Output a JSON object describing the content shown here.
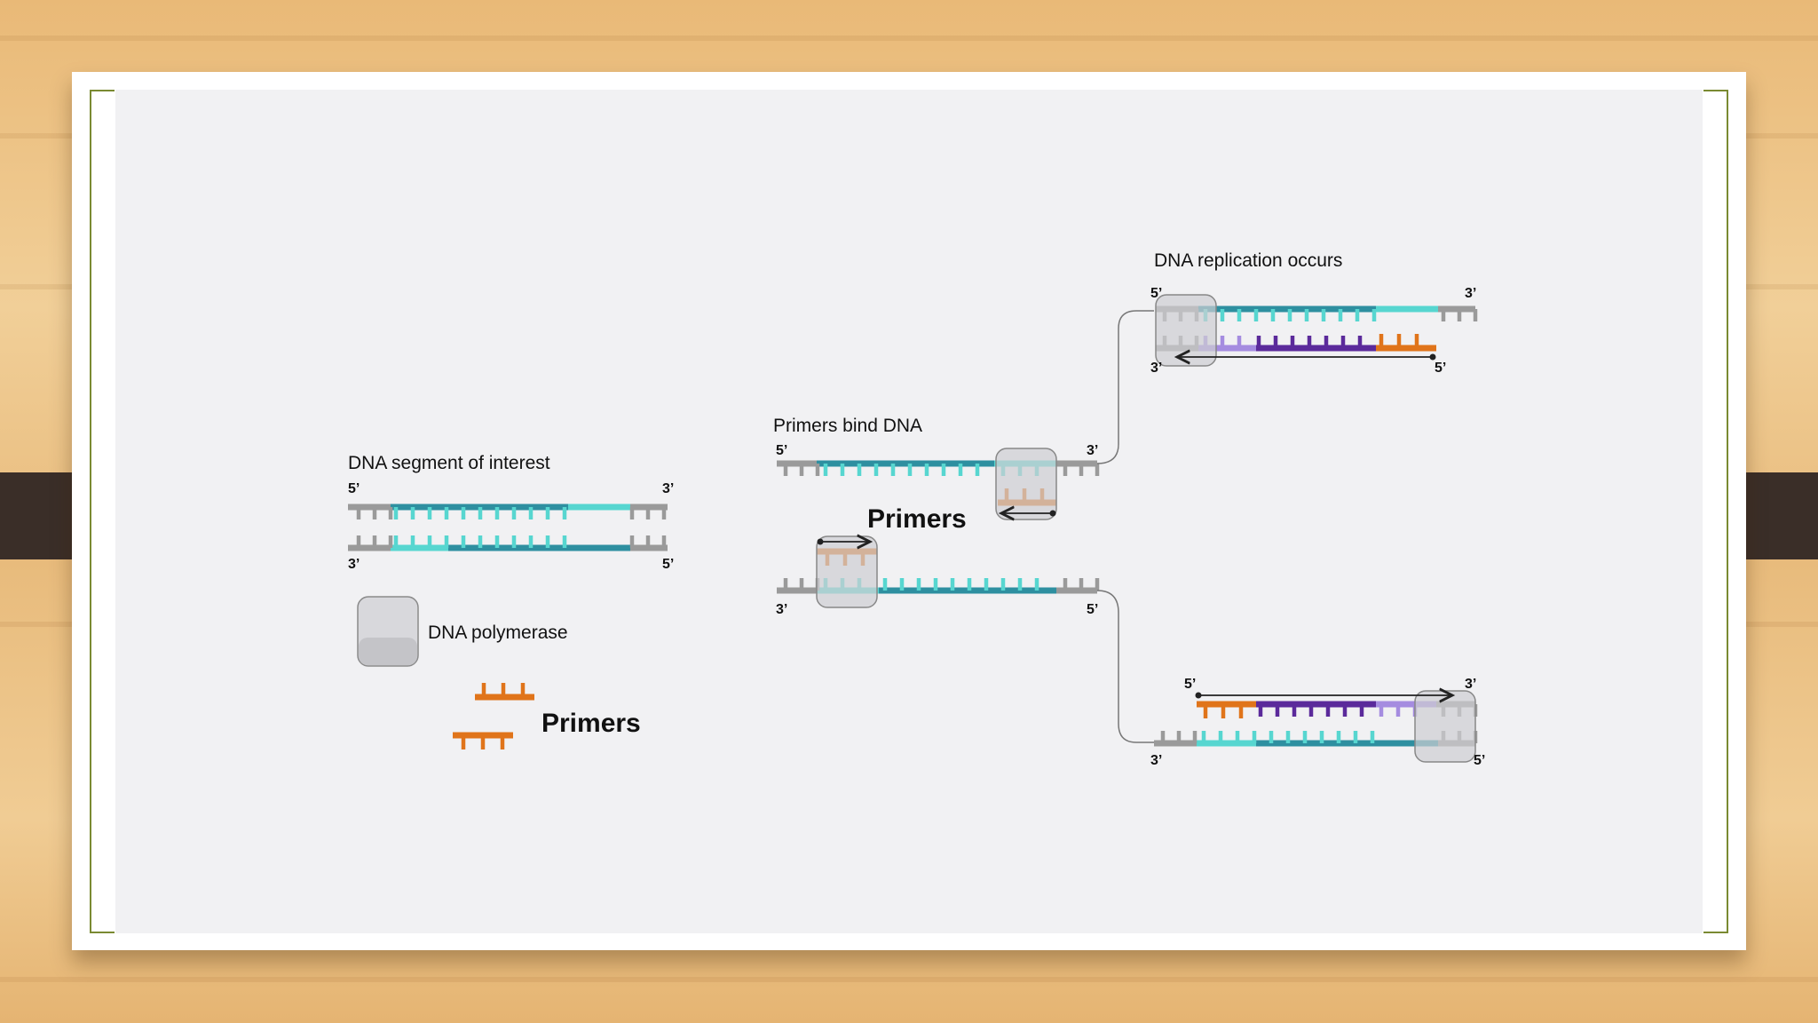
{
  "labels": {
    "segment_title": "DNA segment of interest",
    "polymerase_label": "DNA polymerase",
    "primers_label_left": "Primers",
    "bind_title": "Primers bind DNA",
    "primers_label_mid": "Primers",
    "replication_title": "DNA replication occurs"
  },
  "strand_ends": {
    "five": "5’",
    "three": "3’"
  },
  "colors": {
    "backbone_gray": "#9a9a9a",
    "cyan": "#57d6d0",
    "teal_dark": "#2e8fa0",
    "orange": "#e0741a",
    "purple_dark": "#5b2a9b",
    "purple_light": "#a58ce0",
    "frame_green": "#7a8a32"
  },
  "icons": {
    "polymerase": "polymerase-block-icon",
    "primer": "primer-comb-icon",
    "arrow": "direction-arrow-icon"
  }
}
